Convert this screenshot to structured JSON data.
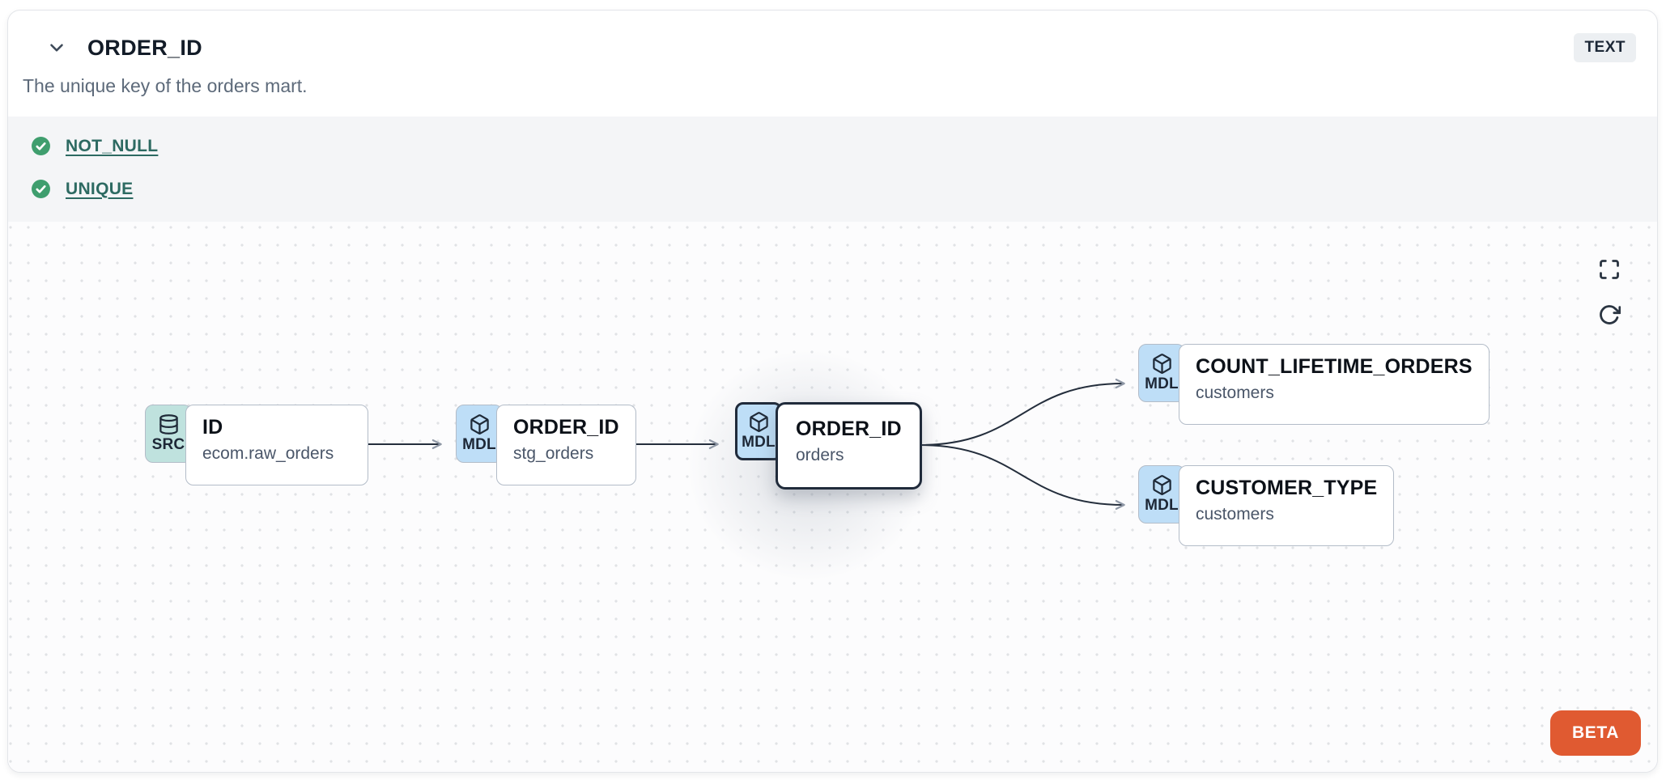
{
  "panel": {
    "title": "ORDER_ID",
    "type_badge": "TEXT",
    "description": "The unique key of the orders mart."
  },
  "tests": {
    "items": [
      {
        "label": "NOT_NULL",
        "status": "pass"
      },
      {
        "label": "UNIQUE",
        "status": "pass"
      }
    ]
  },
  "lineage": {
    "nodes": [
      {
        "badge": "SRC",
        "icon": "database-icon",
        "title": "ID",
        "subtitle": "ecom.raw_orders",
        "selected": false
      },
      {
        "badge": "MDL",
        "icon": "cube-icon",
        "title": "ORDER_ID",
        "subtitle": "stg_orders",
        "selected": false
      },
      {
        "badge": "MDL",
        "icon": "cube-icon",
        "title": "ORDER_ID",
        "subtitle": "orders",
        "selected": true
      },
      {
        "badge": "MDL",
        "icon": "cube-icon",
        "title": "COUNT_LIFETIME_ORDERS",
        "subtitle": "customers",
        "selected": false
      },
      {
        "badge": "MDL",
        "icon": "cube-icon",
        "title": "CUSTOMER_TYPE",
        "subtitle": "customers",
        "selected": false
      }
    ],
    "edges": [
      {
        "from": "ID (ecom.raw_orders)",
        "to": "ORDER_ID (stg_orders)"
      },
      {
        "from": "ORDER_ID (stg_orders)",
        "to": "ORDER_ID (orders)"
      },
      {
        "from": "ORDER_ID (orders)",
        "to": "COUNT_LIFETIME_ORDERS (customers)"
      },
      {
        "from": "ORDER_ID (orders)",
        "to": "CUSTOMER_TYPE (customers)"
      }
    ],
    "beta_label": "BETA"
  },
  "colors": {
    "test_pass_green": "#3f9e6e",
    "test_link_teal": "#2d6a62",
    "source_badge_bg": "#bfe2de",
    "model_badge_bg": "#bedef7",
    "selected_border": "#202b3b",
    "beta_bg": "#e05a31",
    "tests_section_bg": "#f4f5f7"
  }
}
